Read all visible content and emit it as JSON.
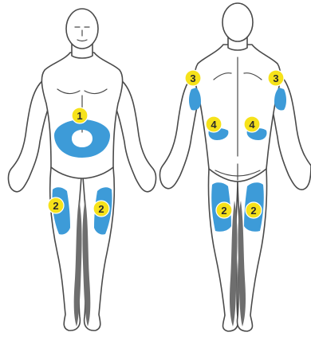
{
  "colors": {
    "zone": "#3d9bd8",
    "badge": "#f6e21a",
    "badge_text": "#2a2a2a",
    "outline": "#4a4a4a"
  },
  "figures": [
    {
      "view": "front",
      "zones": [
        {
          "number": "1",
          "region": "abdomen"
        },
        {
          "number": "2",
          "region": "right-thigh"
        },
        {
          "number": "2",
          "region": "left-thigh"
        }
      ]
    },
    {
      "view": "back",
      "zones": [
        {
          "number": "3",
          "region": "right-upper-arm"
        },
        {
          "number": "3",
          "region": "left-upper-arm"
        },
        {
          "number": "4",
          "region": "right-lower-back"
        },
        {
          "number": "4",
          "region": "left-lower-back"
        },
        {
          "number": "2",
          "region": "right-back-thigh"
        },
        {
          "number": "2",
          "region": "left-back-thigh"
        }
      ]
    }
  ]
}
